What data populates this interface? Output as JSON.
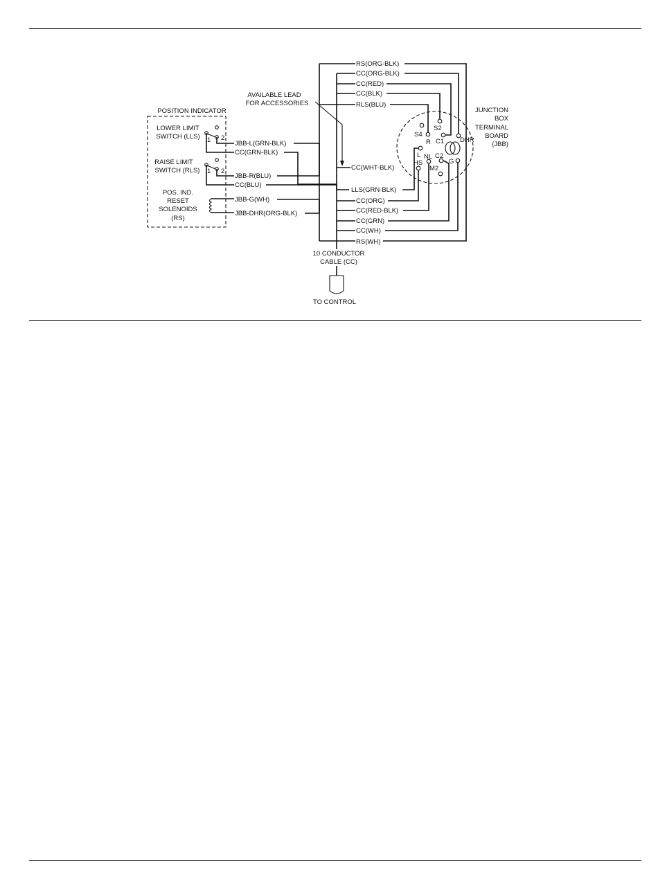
{
  "diagram": {
    "position_indicator": {
      "title": "POSITION INDICATOR",
      "lls_line1": "LOWER LIMIT",
      "lls_line2": "SWITCH (LLS)",
      "rls_line1": "RAISE LIMIT",
      "rls_line2": "SWITCH (RLS)",
      "rs_line1": "POS. IND.",
      "rs_line2": "RESET",
      "rs_line3": "SOLENOIDS",
      "rs_line4": "(RS)",
      "pin1": "1",
      "pin2": "2"
    },
    "left_leads": {
      "jbb_l": "JBB-L(GRN-BLK)",
      "cc_grn_blk": "CC(GRN-BLK)",
      "jbb_r": "JBB-R(BLU)",
      "cc_blu": "CC(BLU)",
      "jbb_g": "JBB-G(WH)",
      "jbb_dhr": "JBB-DHR(ORG-BLK)"
    },
    "accessories": {
      "line1": "AVAILABLE LEAD",
      "line2": "FOR ACCESSORIES"
    },
    "right_leads": {
      "rs_org_blk": "RS(ORG-BLK)",
      "cc_org_blk": "CC(ORG-BLK)",
      "cc_red": "CC(RED)",
      "cc_blk": "CC(BLK)",
      "rls_blu": "RLS(BLU)",
      "cc_wht_blk": "CC(WHT-BLK)",
      "lls_grn_blk": "LLS(GRN-BLK)",
      "cc_org": "CC(ORG)",
      "cc_red_blk": "CC(RED-BLK)",
      "cc_grn": "CC(GRN)",
      "cc_wh": "CC(WH)",
      "rs_wh": "RS(WH)"
    },
    "junction_box": {
      "line1": "JUNCTION",
      "line2": "BOX",
      "line3": "TERMINAL",
      "line4": "BOARD",
      "line5": "(JBB)",
      "s4": "S4",
      "s2": "S2",
      "r": "R",
      "c1": "C1",
      "dhr": "DHR",
      "l": "L",
      "hs": "HS",
      "nl": "NL",
      "c2": "C2",
      "m2": "M2",
      "g": "G"
    },
    "cable": {
      "line1": "10 CONDUCTOR",
      "line2": "CABLE (CC)",
      "to_control": "TO CONTROL"
    }
  }
}
